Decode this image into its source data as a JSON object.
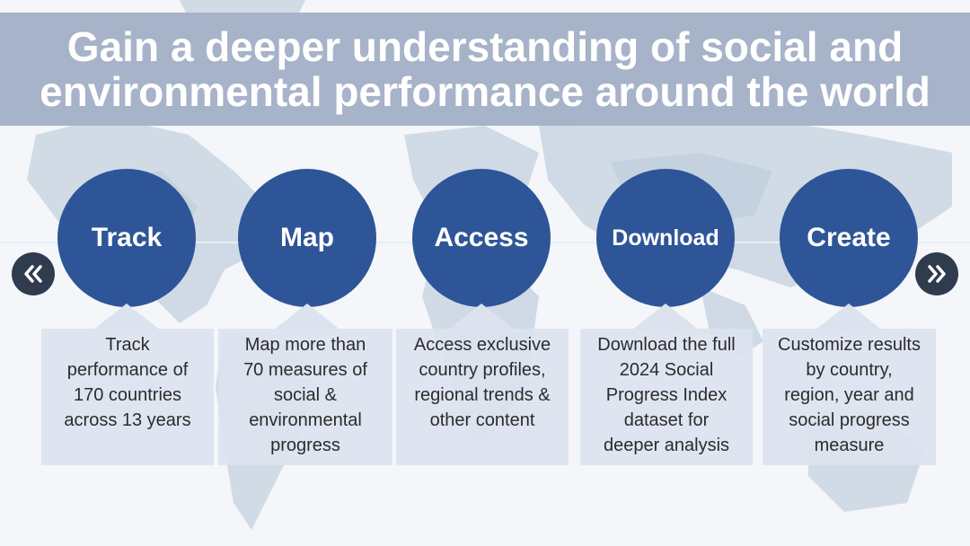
{
  "header": {
    "line1": "Gain a deeper understanding of social and",
    "line2": "environmental performance around the world"
  },
  "features": [
    {
      "title": "Track",
      "description": "Track\nperformance of\n170 countries\nacross 13 years"
    },
    {
      "title": "Map",
      "description": "Map more than\n70 measures of\nsocial &\nenvironmental\nprogress"
    },
    {
      "title": "Access",
      "description": "Access exclusive\ncountry profiles,\nregional trends &\nother content"
    },
    {
      "title": "Download",
      "description": "Download the full\n2024 Social\nProgress Index\ndataset for\ndeeper analysis"
    },
    {
      "title": "Create",
      "description": "Customize results\nby country,\nregion, year and\nsocial progress\nmeasure"
    }
  ],
  "nav": {
    "prev_icon": "double-chevron-left-icon",
    "next_icon": "double-chevron-right-icon"
  },
  "colors": {
    "header_bg": "#a6b3c8",
    "circle": "#2e5597",
    "desc_bg": "#dce3ef",
    "nav": "#2f3c4e"
  }
}
